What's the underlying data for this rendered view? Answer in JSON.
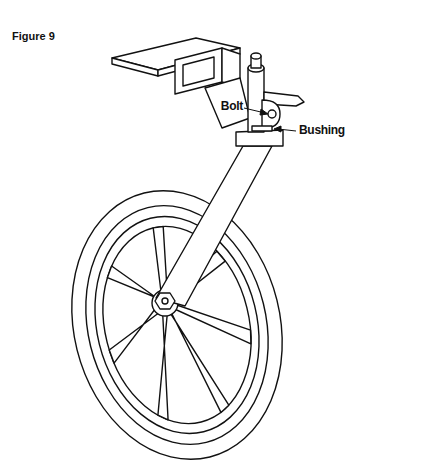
{
  "diagram": {
    "title": "Figure 9",
    "labels": [
      "Bolt",
      "Bushing"
    ]
  }
}
